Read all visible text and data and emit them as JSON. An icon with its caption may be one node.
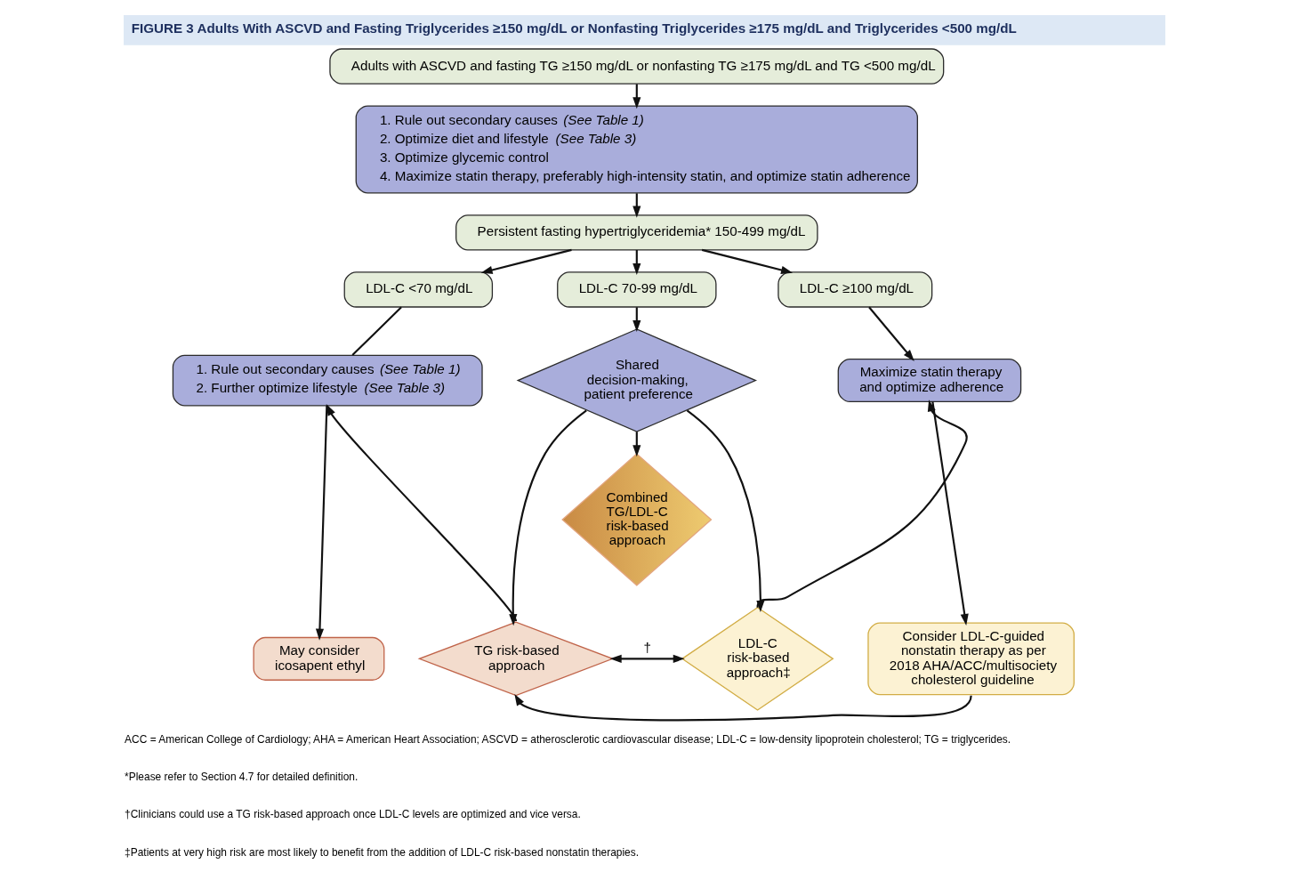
{
  "diagram": {
    "title": "FIGURE 3 Adults With ASCVD and Fasting Triglycerides ≥150 mg/dL or Nonfasting Triglycerides ≥175 mg/dL and Triglycerides <500 mg/dL",
    "nodes": [
      {
        "text": [
          "Adults with ASCVD and fasting TG ≥150 mg/dL or nonfasting TG ≥175 mg/dL and TG <500 mg/dL"
        ]
      },
      {
        "text": [
          "1. Rule out secondary causes *(See Table 1)*",
          "2. Optimize diet and lifestyle *(See Table 3)*",
          "3. Optimize glycemic control",
          "4. Maximize statin therapy, preferably high-intensity statin, and optimize statin adherence"
        ]
      },
      {
        "text": [
          "Persistent fasting hypertriglyceridemia* 150-499 mg/dL"
        ]
      },
      {
        "text": [
          "LDL-C <70 mg/dL"
        ]
      },
      {
        "text": [
          "LDL-C 70-99 mg/dL"
        ]
      },
      {
        "text": [
          "LDL-C ≥100 mg/dL"
        ]
      },
      {
        "text": [
          "1. Rule out secondary causes *(See Table 1)*",
          "2. Further optimize lifestyle *(See Table 3)*"
        ]
      },
      {
        "text": [
          "Shared decision-making, patient preference"
        ]
      },
      {
        "text": [
          "Maximize statin therapy and optimize adherence"
        ]
      },
      {
        "text": [
          "Combined TG/LDL-C risk-based approach"
        ]
      },
      {
        "text": [
          "May consider icosapent ethyl"
        ]
      },
      {
        "text": [
          "TG risk-based approach"
        ]
      },
      {
        "text": [
          "LDL-C risk-based approach‡"
        ]
      },
      {
        "text": [
          "Consider LDL-C-guided nonstatin therapy as per 2018 AHA/ACC/multisociety cholesterol guideline"
        ]
      }
    ],
    "edges": [
      {
        "from": 0,
        "to": 1,
        "arrow": "to"
      },
      {
        "from": 1,
        "to": 2,
        "arrow": "to"
      },
      {
        "from": 2,
        "to": 3,
        "arrow": "to"
      },
      {
        "from": 2,
        "to": 4,
        "arrow": "to"
      },
      {
        "from": 2,
        "to": 5,
        "arrow": "to"
      },
      {
        "from": 3,
        "to": 6,
        "arrow": "none"
      },
      {
        "from": 4,
        "to": 7,
        "arrow": "to"
      },
      {
        "from": 5,
        "to": 8,
        "arrow": "to"
      },
      {
        "from": 6,
        "to": 10,
        "arrow": "to"
      },
      {
        "from": 7,
        "to": 11,
        "arrow": "to"
      },
      {
        "from": 7,
        "to": 9,
        "arrow": "to"
      },
      {
        "from": 7,
        "to": 12,
        "arrow": "to"
      },
      {
        "from": 8,
        "to": 13,
        "arrow": "to"
      },
      {
        "from": 11,
        "to": 6,
        "arrow": "to"
      },
      {
        "from": 12,
        "to": 8,
        "arrow": "to"
      },
      {
        "from": 11,
        "to": 12,
        "arrow": "both",
        "label": "†"
      },
      {
        "from": 13,
        "to": 11,
        "arrow": "to"
      }
    ],
    "labels": [
      "ACC = American College of Cardiology; AHA = American Heart Association; ASCVD = atherosclerotic cardiovascular disease; LDL-C = low-density lipoprotein cholesterol; TG = triglycerides.",
      "*Please refer to Section 4.7 for detailed definition.",
      "†Clinicians could use a TG risk-based approach once LDL-C levels are optimized and vice versa.",
      "‡Patients at very high risk are most likely to benefit from the addition of LDL-C risk-based nonstatin therapies."
    ]
  }
}
